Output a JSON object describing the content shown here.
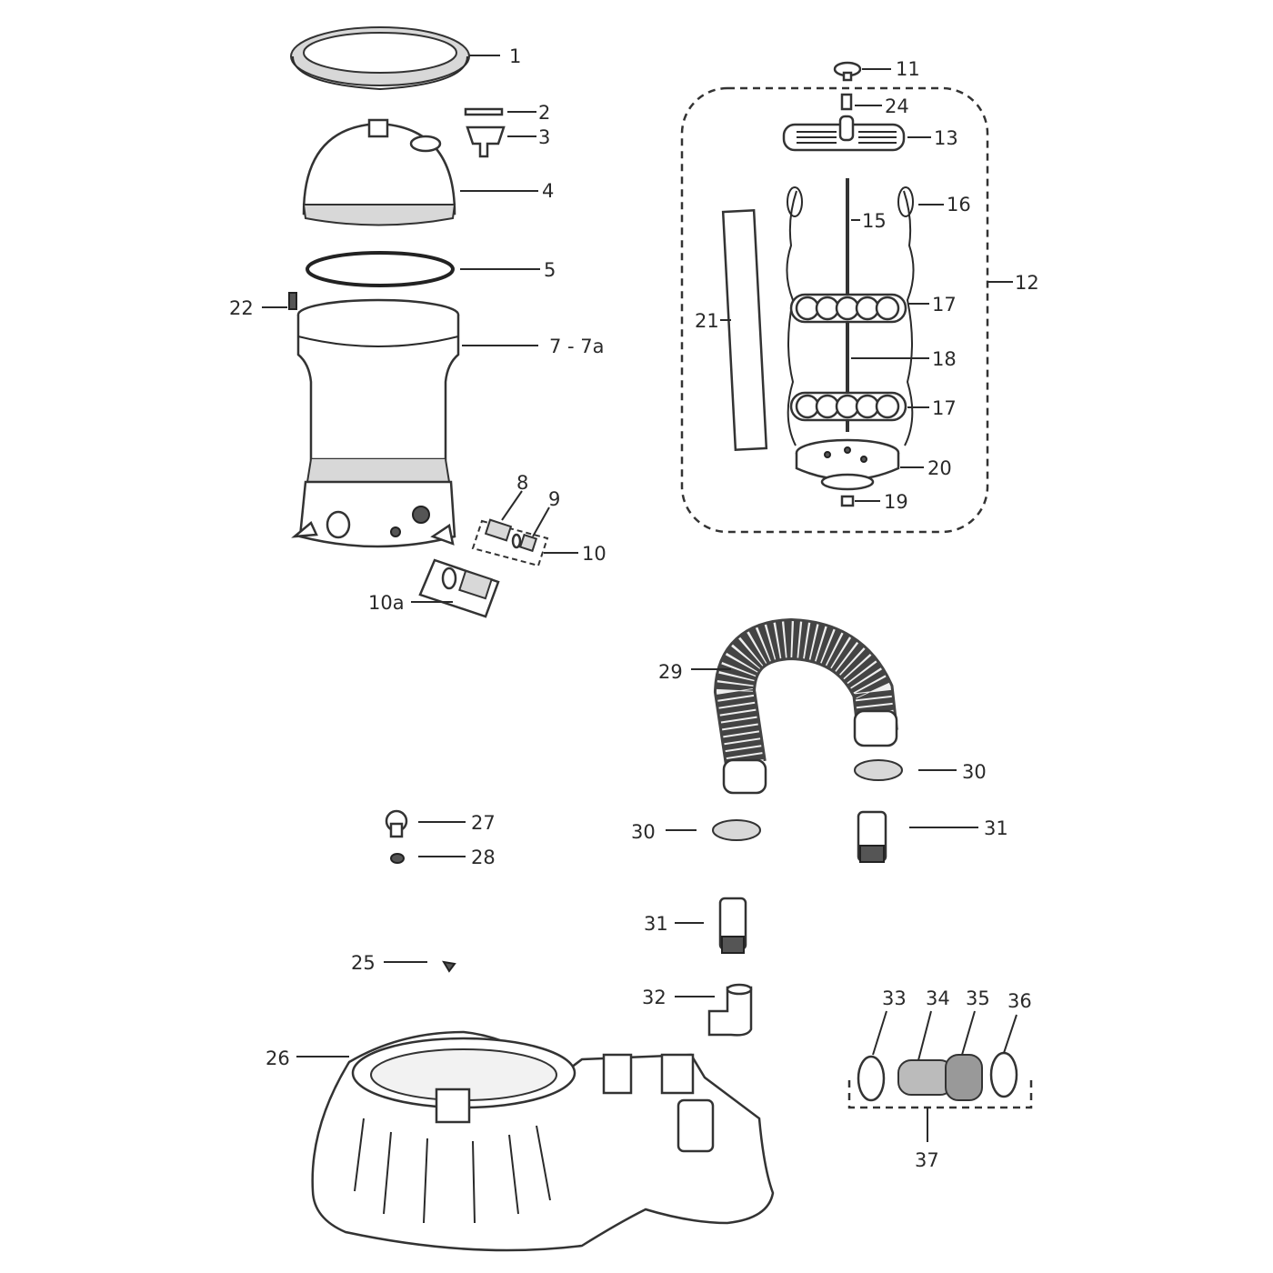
{
  "labels": {
    "p1": "1",
    "p2": "2",
    "p3": "3",
    "p4": "4",
    "p5": "5",
    "p22": "22",
    "p7": "7 - 7a",
    "p8": "8",
    "p9": "9",
    "p10": "10",
    "p10a": "10a",
    "p11": "11",
    "p24": "24",
    "p13": "13",
    "p15": "15",
    "p16": "16",
    "p12": "12",
    "p21": "21",
    "p17a": "17",
    "p18": "18",
    "p17b": "17",
    "p20": "20",
    "p19": "19",
    "p29": "29",
    "p30a": "30",
    "p30b": "30",
    "p31a": "31",
    "p31b": "31",
    "p27": "27",
    "p28": "28",
    "p25": "25",
    "p32": "32",
    "p26": "26",
    "p33": "33",
    "p34": "34",
    "p35": "35",
    "p36": "36",
    "p37": "37"
  },
  "colors": {
    "line": "#2a2a2a",
    "fill": "#ffffff",
    "shade": "#d8d8d8"
  }
}
